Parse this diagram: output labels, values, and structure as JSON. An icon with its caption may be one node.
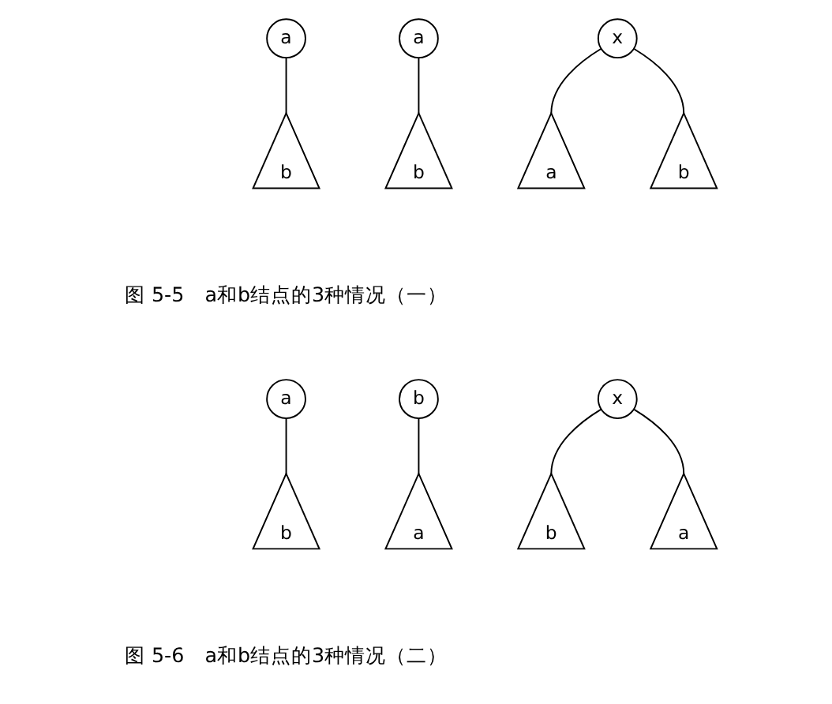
{
  "diagram": {
    "nodes": [
      {
        "text": [
          "a"
        ]
      },
      {
        "text": [
          "b"
        ]
      },
      {
        "text": [
          "a"
        ]
      },
      {
        "text": [
          "b"
        ]
      },
      {
        "text": [
          "x"
        ]
      },
      {
        "text": [
          "a"
        ]
      },
      {
        "text": [
          "b"
        ]
      },
      {
        "text": [
          "a"
        ]
      },
      {
        "text": [
          "b"
        ]
      },
      {
        "text": [
          "b"
        ]
      },
      {
        "text": [
          "a"
        ]
      },
      {
        "text": [
          "x"
        ]
      },
      {
        "text": [
          "b"
        ]
      },
      {
        "text": [
          "a"
        ]
      }
    ],
    "edges": [
      {
        "from": 0,
        "to": 1,
        "arrow": "none"
      },
      {
        "from": 2,
        "to": 3,
        "arrow": "none"
      },
      {
        "from": 4,
        "to": 5,
        "arrow": "none"
      },
      {
        "from": 4,
        "to": 6,
        "arrow": "none"
      },
      {
        "from": 7,
        "to": 8,
        "arrow": "none"
      },
      {
        "from": 9,
        "to": 10,
        "arrow": "none"
      },
      {
        "from": 11,
        "to": 12,
        "arrow": "none"
      },
      {
        "from": 11,
        "to": 13,
        "arrow": "none"
      }
    ],
    "labels": [
      "图 5-5　a和b结点的3种情况（一）",
      "图 5-6　a和b结点的3种情况（二）"
    ]
  }
}
